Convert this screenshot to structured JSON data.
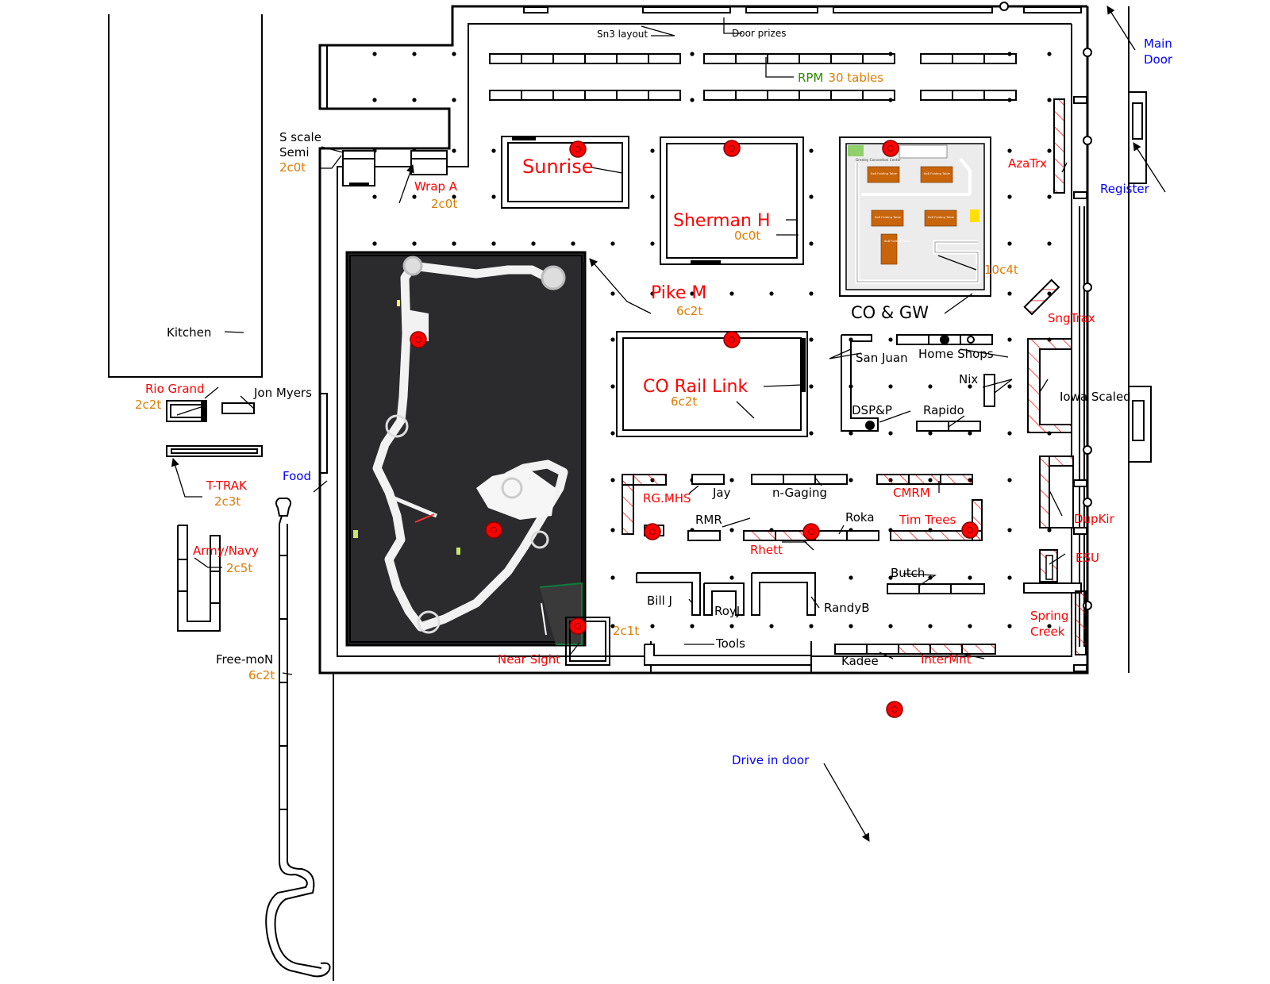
{
  "colors": {
    "vendor": "#ff0000",
    "table_count": "#e07b00",
    "landmark": "#0000ff",
    "label": "#000000",
    "rpm": "#2e8b00",
    "marker": "#ff0000",
    "photo_bg": "#2b2b2e",
    "track": "#f2f2f2"
  },
  "labels": {
    "sn3_layout": "Sn3 layout",
    "door_prizes": "Door prizes",
    "rpm": "RPM",
    "rpm_tables": "30 tables",
    "main_door": [
      "Main",
      "Door"
    ],
    "register": "Register",
    "s_scale_semi": [
      "S scale",
      "Semi"
    ],
    "s_scale_semi_count": "2c0t",
    "wrap_a": "Wrap A",
    "wrap_a_count": "2c0t",
    "sunrise": "Sunrise",
    "sherman_h": "Sherman H",
    "sherman_h_count": "0c0t",
    "co_gw": "CO & GW",
    "co_gw_count": "10c4t",
    "azatrx": "AzaTrx",
    "pike_m": "Pike M",
    "pike_m_count": "6c2t",
    "kitchen": "Kitchen",
    "sngtrax": "SngTrax",
    "san_juan": "San Juan",
    "home_shops": "Home Shops",
    "nix": "Nix",
    "iowa_scaled": "Iowa Scaled",
    "dsp_p": "DSP&P",
    "rapido": "Rapido",
    "co_rail_link": "CO Rail Link",
    "co_rail_link_count": "6c2t",
    "rio_grand": "Rio Grand",
    "rio_grand_count": "2c2t",
    "jon_myers": "Jon Myers",
    "food": "Food",
    "t_trak": "T-TRAK",
    "t_trak_count": "2c3t",
    "rg_mhs": "RG.MHS",
    "jay": "Jay",
    "n_gaging": "n-Gaging",
    "cmrm": "CMRM",
    "dupkir": "DupKir",
    "rmr": "RMR",
    "roka": "Roka",
    "tim_trees": "Tim Trees",
    "rhett": "Rhett",
    "army_navy": "Army/Navy",
    "army_navy_count": "2c5t",
    "esu": "ESU",
    "butch": "Butch",
    "bill_j": "Bill J",
    "roy_j": "RoyJ",
    "randy_b": "RandyB",
    "spring_creek": [
      "Spring",
      "Creek"
    ],
    "near_sight_count": "2c1t",
    "tools": "Tools",
    "near_sight": "Near Sight",
    "kadee": "Kadee",
    "intermnt": "InterMnt",
    "free_mon": "Free-moN",
    "free_mon_count": "6c2t",
    "drive_in_door": "Drive in door"
  },
  "co_gw_inset": {
    "room_label": "Greeley Convention Center",
    "tables": [
      "6x8 Folding Table",
      "6x8 Folding Table",
      "6x8 Folding Table",
      "6x8 Folding Table",
      "6x8 Folding Table"
    ]
  }
}
